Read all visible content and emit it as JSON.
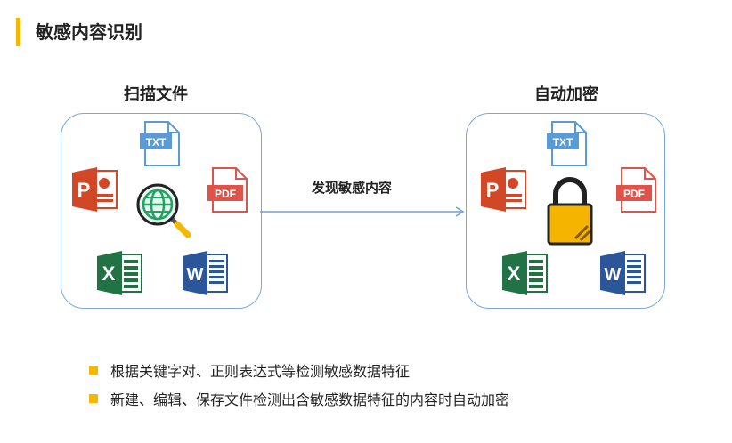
{
  "page_title": "敏感内容识别",
  "left_panel": {
    "label": "扫描文件",
    "icons": [
      "txt-file-icon",
      "ppt-file-icon",
      "globe-magnifier-icon",
      "pdf-file-icon",
      "excel-file-icon",
      "word-file-icon"
    ]
  },
  "right_panel": {
    "label": "自动加密",
    "icons": [
      "txt-file-icon",
      "ppt-file-icon",
      "padlock-icon",
      "pdf-file-icon",
      "excel-file-icon",
      "word-file-icon"
    ]
  },
  "arrow": {
    "label": "发现敏感内容"
  },
  "file_labels": {
    "txt": "TXT",
    "pdf": "PDF",
    "ppt": "P",
    "excel": "X",
    "word": "W"
  },
  "bullets": [
    "根据关键字对、正则表达式等检测敏感数据特征",
    "新建、编辑、保存文件检测出含敏感数据特征的内容时自动加密"
  ],
  "colors": {
    "accent": "#f5b800",
    "panel_border": "#7aa7e0",
    "arrow": "#6f9fd8",
    "txt": "#5b9bd5",
    "pdf": "#e0534b",
    "ppt": "#d24726",
    "excel": "#217346",
    "word": "#2b579a",
    "lock_body": "#f5b400",
    "globe": "#1fa463"
  }
}
